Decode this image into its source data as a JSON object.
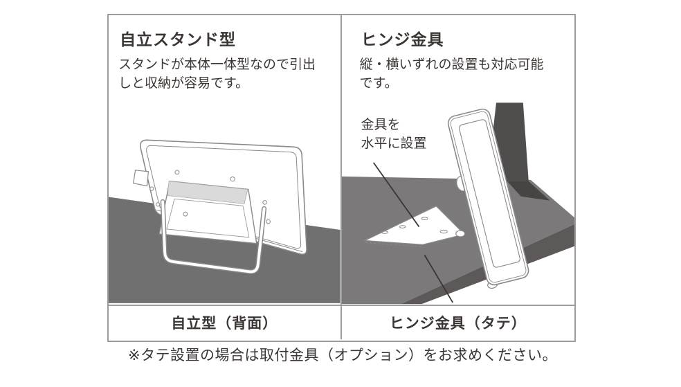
{
  "colors": {
    "panel_border": "#9d9b9b",
    "text": "#3b3633",
    "left_surface_gray": "#717070",
    "right_surface_top_gray": "#7b7979",
    "right_surface_edge_gray": "#5c5958",
    "pillar_gray": "#504d4d",
    "line_art_stroke": "#8a8888",
    "stand_strip_gray": "#dadada"
  },
  "panels": {
    "left": {
      "title": "自立スタンド型",
      "body_line1": "スタンドが本体一体型なので引出",
      "body_line2": "しと収納が容易です。",
      "caption": "自立型（背面）"
    },
    "right": {
      "title": "ヒンジ金具",
      "body_line1": "縦・横いずれの設置も対応可能",
      "body_line2": "です。",
      "annotation_line1": "金具を",
      "annotation_line2": "水平に設置",
      "caption": "ヒンジ金具（タテ）"
    }
  },
  "footer": {
    "note": "※タテ設置の場合は取付金具（オプション）をお求めください。"
  }
}
